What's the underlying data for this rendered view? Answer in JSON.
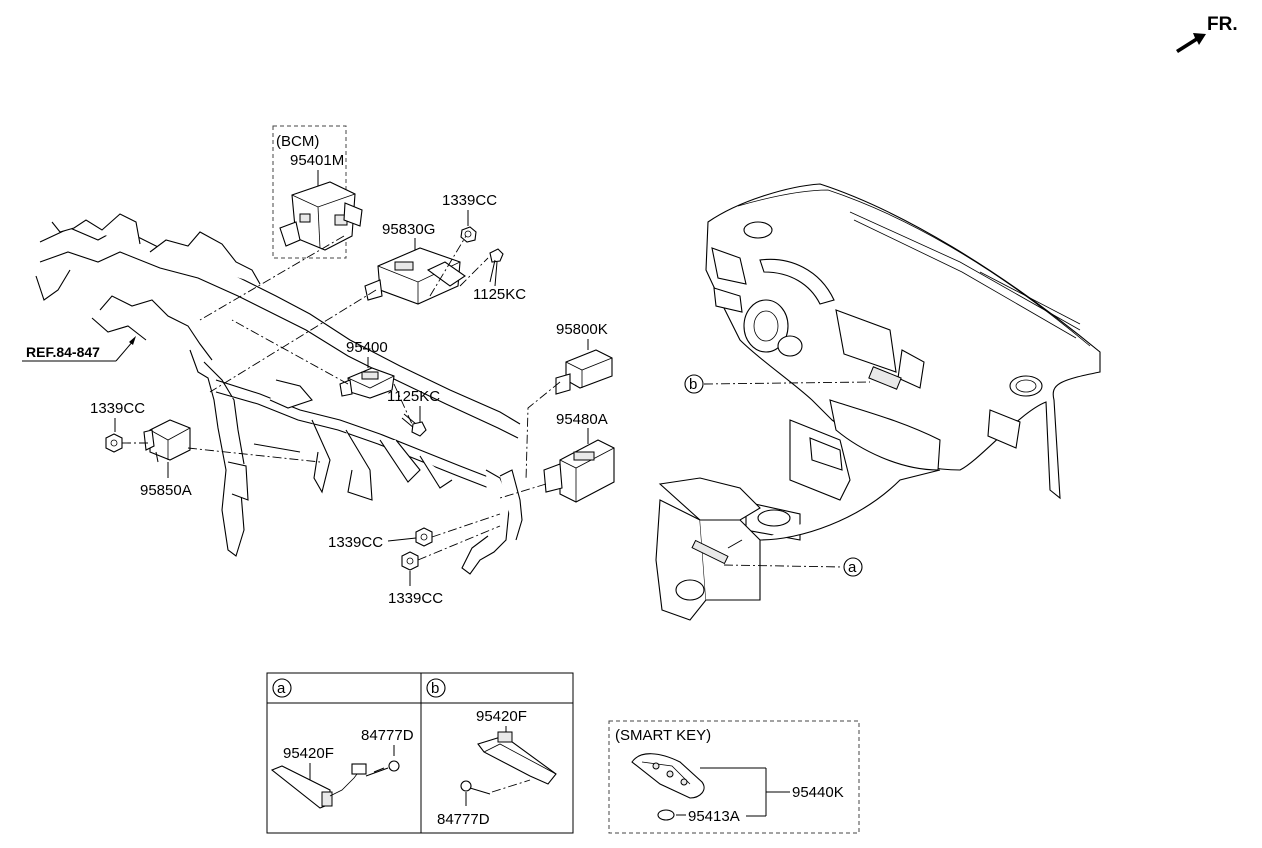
{
  "direction": {
    "label": "FR."
  },
  "groups": {
    "bcm": "(BCM)",
    "smart_key": "(SMART KEY)"
  },
  "reference": "REF.84-847",
  "callouts": {
    "a": "a",
    "b": "b"
  },
  "parts": {
    "p95401M": "95401M",
    "p95830G": "95830G",
    "p1339CC_top": "1339CC",
    "p1125KC_top": "1125KC",
    "p95400": "95400",
    "p1125KC_mid": "1125KC",
    "p95800K": "95800K",
    "p95480A": "95480A",
    "p1339CC_left": "1339CC",
    "p95850A": "95850A",
    "p1339CC_low1": "1339CC",
    "p1339CC_low2": "1339CC"
  },
  "detail_a": {
    "p95420F": "95420F",
    "p84777D": "84777D"
  },
  "detail_b": {
    "p95420F": "95420F",
    "p84777D": "84777D"
  },
  "smart_key": {
    "p95440K": "95440K",
    "p95413A": "95413A"
  }
}
